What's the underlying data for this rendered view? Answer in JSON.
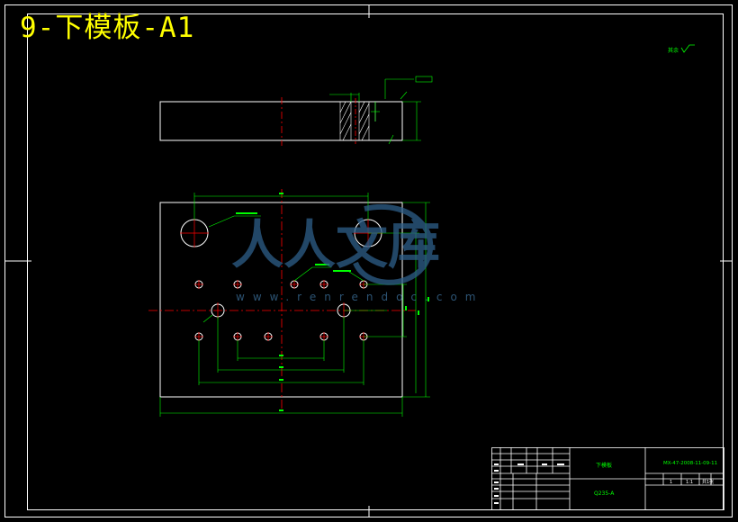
{
  "drawing": {
    "title": "9-下模板-A1",
    "roughness_symbol": "其余"
  },
  "watermark": {
    "brand": "人人文库",
    "url": "www.renrendoc.com"
  },
  "title_block": {
    "part_name": "下模板",
    "material": "Q235-A",
    "drawing_number": "MX-47-2008-11-09-11",
    "scale": "1:1",
    "sheet": "共1张",
    "quantity": "1"
  },
  "colors": {
    "background": "#000000",
    "frame": "#ffffff",
    "dimension": "#00ff00",
    "centerline": "#ff0000",
    "title": "#ffff00",
    "watermark": "#2e5f8a"
  }
}
